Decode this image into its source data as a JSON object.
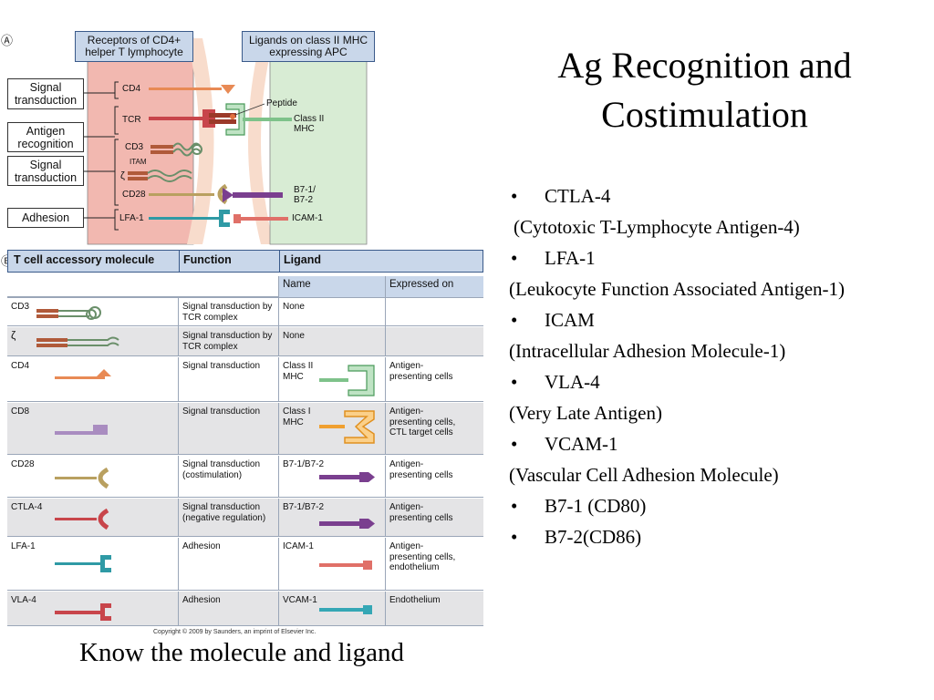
{
  "slide": {
    "title": "Ag Recognition and Costimulation",
    "caption": "Know the molecule and ligand",
    "copyright": "Copyright © 2009 by Saunders, an imprint of Elsevier Inc.",
    "bullets": [
      {
        "kind": "bullet",
        "text": "CTLA-4"
      },
      {
        "kind": "sub",
        "text": "(Cytotoxic T-Lymphocyte Antigen-4)"
      },
      {
        "kind": "bullet",
        "text": "LFA-1"
      },
      {
        "kind": "sub",
        "text": "(Leukocyte Function Associated Antigen-1)"
      },
      {
        "kind": "bullet",
        "text": "ICAM"
      },
      {
        "kind": "sub",
        "text": "(Intracellular Adhesion Molecule-1)"
      },
      {
        "kind": "bullet",
        "text": "VLA-4"
      },
      {
        "kind": "sub",
        "text": "(Very Late Antigen)"
      },
      {
        "kind": "bullet",
        "text": "VCAM-1"
      },
      {
        "kind": "sub",
        "text": "(Vascular Cell Adhesion Molecule)"
      },
      {
        "kind": "bullet",
        "text": "B7-1 (CD80)"
      },
      {
        "kind": "bullet",
        "text": "B7-2(CD86)"
      }
    ],
    "bullet_glyph": "•"
  },
  "panelA": {
    "marker": "Ⓐ",
    "header_left": "Receptors of CD4+ helper T lymphocyte",
    "header_right": "Ligands on class II MHC expressing APC",
    "callouts": {
      "signal1": "Signal transduction",
      "antigen": "Antigen recognition",
      "signal2": "Signal transduction",
      "adhesion": "Adhesion"
    },
    "labels": {
      "cd4": "CD4",
      "tcr": "TCR",
      "cd3": "CD3",
      "itam": "ITAM",
      "zeta": "ζ",
      "cd28": "CD28",
      "lfa1": "LFA-1",
      "peptide": "Peptide",
      "class2": "Class II",
      "mhc": "MHC",
      "b71": "B7-1/",
      "b72": "B7-2",
      "icam1": "ICAM-1"
    }
  },
  "panelB": {
    "marker": "Ⓑ",
    "headers": {
      "molecule": "T cell accessory molecule",
      "function": "Function",
      "ligand": "Ligand",
      "name": "Name",
      "expressed": "Expressed on"
    },
    "rows": [
      {
        "molecule": "CD3",
        "function": "Signal transduction by TCR complex",
        "ligand": "None",
        "expressed": ""
      },
      {
        "molecule": "ζ",
        "function": "Signal transduction by TCR complex",
        "ligand": "None",
        "expressed": ""
      },
      {
        "molecule": "CD4",
        "function": "Signal transduction",
        "ligand": "Class II MHC",
        "expressed": "Antigen-presenting cells"
      },
      {
        "molecule": "CD8",
        "function": "Signal transduction",
        "ligand": "Class I MHC",
        "expressed": "Antigen-presenting cells, CTL target cells"
      },
      {
        "molecule": "CD28",
        "function": "Signal transduction (costimulation)",
        "ligand": "B7-1/B7-2",
        "expressed": "Antigen-presenting cells"
      },
      {
        "molecule": "CTLA-4",
        "function": "Signal transduction (negative regulation)",
        "ligand": "B7-1/B7-2",
        "expressed": "Antigen-presenting cells"
      },
      {
        "molecule": "LFA-1",
        "function": "Adhesion",
        "ligand": "ICAM-1",
        "expressed": "Antigen-presenting cells, endothelium"
      },
      {
        "molecule": "VLA-4",
        "function": "Adhesion",
        "ligand": "VCAM-1",
        "expressed": "Endothelium"
      }
    ]
  },
  "colors": {
    "tcell_fill": "#f2b8b0",
    "apc_fill": "#d8ecd4",
    "membrane": "#f6d9c8",
    "header_blue": "#c9d7ea",
    "cd4_orange": "#e88a55",
    "tcr_red": "#c8454b",
    "mhc_green": "#7ec28a",
    "cd3_brown": "#b05a3a",
    "cd28_tan": "#b9a060",
    "b7_purple": "#7a3f8f",
    "lfa_teal": "#2f9aa5",
    "icam_salmon": "#e07068",
    "cd8_lilac": "#a98cc0",
    "class1_orange": "#f0a030",
    "vcam_teal": "#35a7b5"
  }
}
